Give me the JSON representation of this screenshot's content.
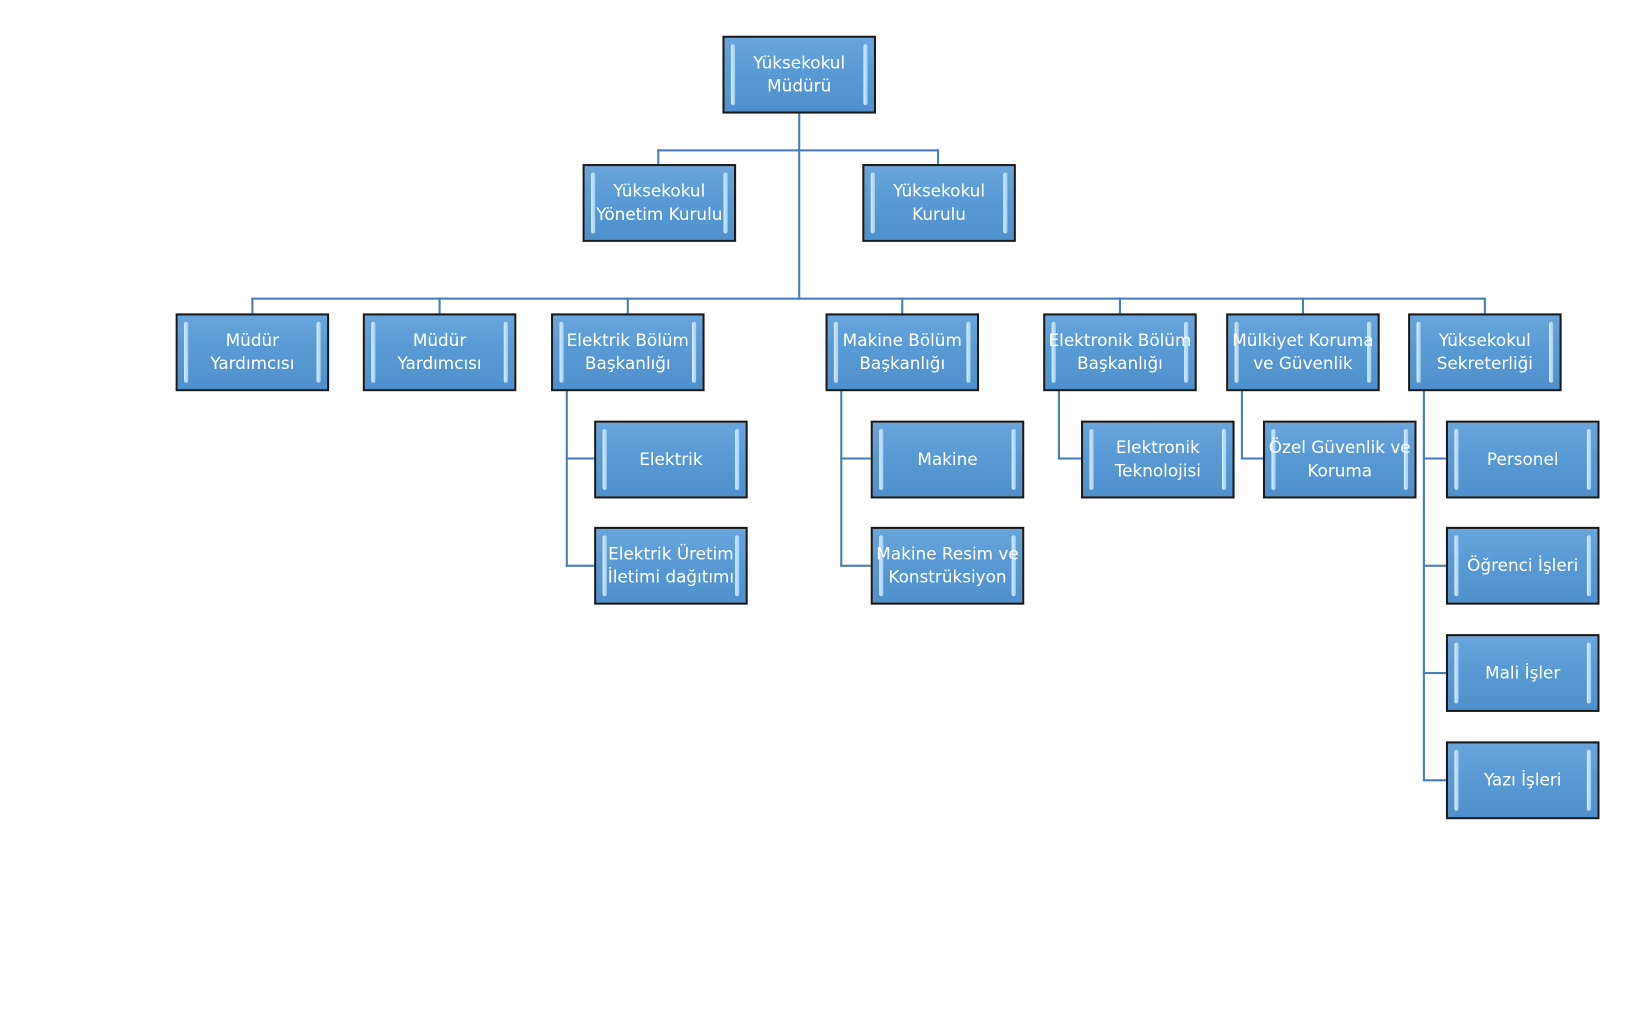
{
  "root": "Yüksekokul\nMüdürü",
  "advisory": [
    "Yüksekokul\nYönetim Kurulu",
    "Yüksekokul\nKurulu"
  ],
  "units": [
    "Müdür\nYardımcısı",
    "Müdür\nYardımcısı",
    "Elektrik Bölüm\nBaşkanlığı",
    "Makine Bölüm\nBaşkanlığı",
    "Elektronik Bölüm\nBaşkanlığı",
    "Mülkiyet Koruma\nve Güvenlik",
    "Yüksekokul\nSekreterliği"
  ],
  "elektrik_children": [
    "Elektrik",
    "Elektrik Üretim\nİletimi dağıtımı"
  ],
  "makine_children": [
    "Makine",
    "Makine Resim ve\nKonstrüksiyon"
  ],
  "elektronik_children": [
    "Elektronik\nTeknolojisi"
  ],
  "guvenlik_children": [
    "Özel Güvenlik ve\nKoruma"
  ],
  "sekreterlik_children": [
    "Personel",
    "Öğrenci İşleri",
    "Mali İşler",
    "Yazı İşleri"
  ],
  "colors": {
    "box_fill": "#5b9bd5",
    "connector": "#4a7ebb",
    "border": "#1a1a1a"
  }
}
